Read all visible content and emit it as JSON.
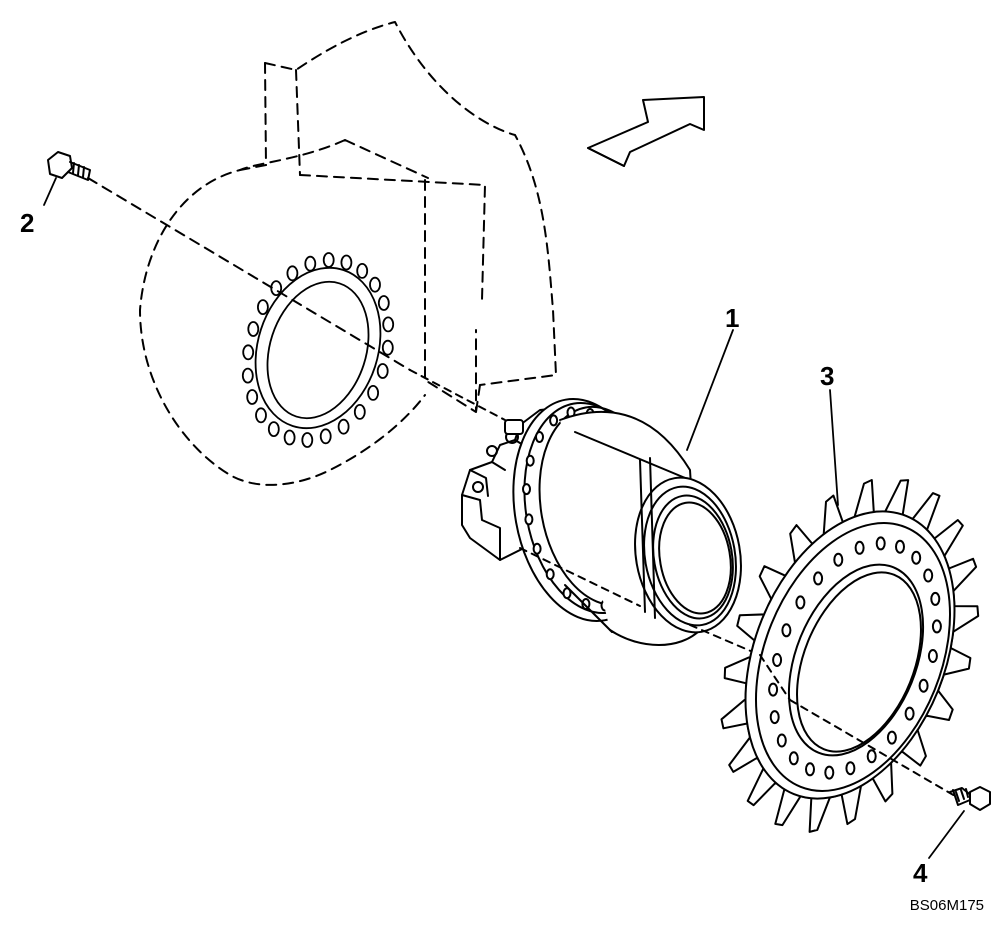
{
  "callouts": {
    "c1": "1",
    "c2": "2",
    "c3": "3",
    "c4": "4"
  },
  "drawing_code": "BS06M175",
  "colors": {
    "ink": "#000000",
    "paper": "#ffffff"
  }
}
